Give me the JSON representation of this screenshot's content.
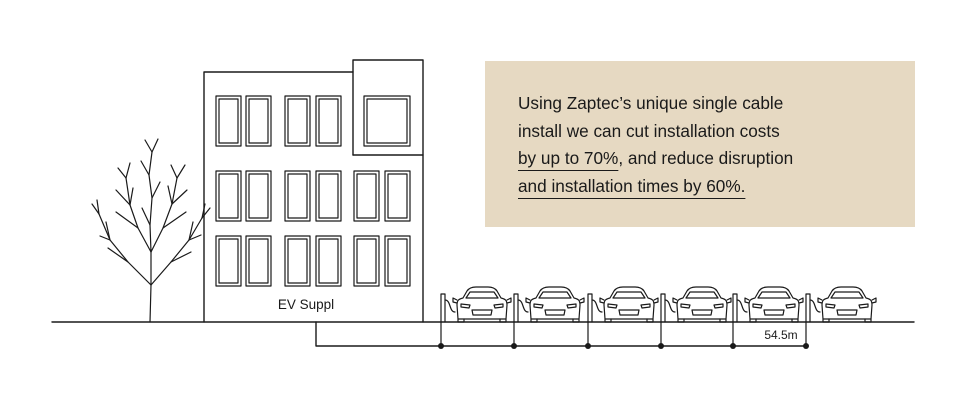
{
  "building": {
    "label": "EV Suppl"
  },
  "callout": {
    "line1": "Using Zaptec’s unique single cable",
    "line2": "install we can cut installation costs",
    "line3a": "by up to 70%",
    "line3b": ", and reduce disruption",
    "line4": "and installation times by 60%."
  },
  "cable": {
    "length_label": "54.5m"
  },
  "chargers": {
    "count": 6
  },
  "colors": {
    "ink": "#1a1a1a",
    "callout_bg": "#e6d9c2",
    "background": "#ffffff"
  },
  "icons": [
    "tree-icon",
    "building-icon",
    "car-icon",
    "charger-icon"
  ]
}
